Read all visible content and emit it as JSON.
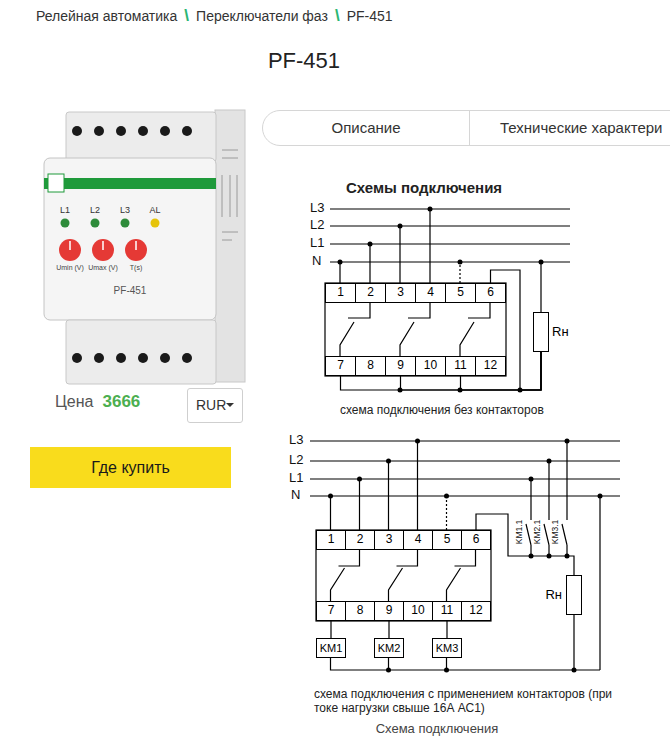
{
  "diagram": {
    "title": "PF-451",
    "caption": "Схема подключения",
    "nodes": [
      {
        "text": [
          "Описание"
        ]
      },
      {
        "text": [
          "Технические характери"
        ]
      },
      {
        "text": [
          "RUR"
        ]
      },
      {
        "text": [
          "Где купить"
        ]
      },
      {
        "text": [
          "1"
        ]
      },
      {
        "text": [
          "2"
        ]
      },
      {
        "text": [
          "3"
        ]
      },
      {
        "text": [
          "4"
        ]
      },
      {
        "text": [
          "5"
        ]
      },
      {
        "text": [
          "6"
        ]
      },
      {
        "text": [
          "7"
        ]
      },
      {
        "text": [
          "8"
        ]
      },
      {
        "text": [
          "9"
        ]
      },
      {
        "text": [
          "10"
        ]
      },
      {
        "text": [
          "11"
        ]
      },
      {
        "text": [
          "12"
        ]
      },
      {
        "text": [
          "Rн"
        ]
      },
      {
        "text": [
          "1"
        ]
      },
      {
        "text": [
          "2"
        ]
      },
      {
        "text": [
          "3"
        ]
      },
      {
        "text": [
          "4"
        ]
      },
      {
        "text": [
          "5"
        ]
      },
      {
        "text": [
          "6"
        ]
      },
      {
        "text": [
          "7"
        ]
      },
      {
        "text": [
          "8"
        ]
      },
      {
        "text": [
          "9"
        ]
      },
      {
        "text": [
          "10"
        ]
      },
      {
        "text": [
          "11"
        ]
      },
      {
        "text": [
          "12"
        ]
      },
      {
        "text": [
          "KM1"
        ]
      },
      {
        "text": [
          "KM2"
        ]
      },
      {
        "text": [
          "KM3"
        ]
      },
      {
        "text": [
          "Rн"
        ]
      }
    ],
    "edges": [
      {
        "from": 10,
        "to": 16,
        "arrow": "none"
      },
      {
        "from": 12,
        "to": 16,
        "arrow": "none"
      },
      {
        "from": 14,
        "to": 16,
        "arrow": "none"
      },
      {
        "from": 9,
        "to": 16,
        "arrow": "none"
      },
      {
        "from": 23,
        "to": 29,
        "arrow": "none"
      },
      {
        "from": 25,
        "to": 30,
        "arrow": "none"
      },
      {
        "from": 27,
        "to": 31,
        "arrow": "none"
      },
      {
        "from": 22,
        "to": 32,
        "arrow": "none"
      }
    ],
    "labels": [
      "Релейная автоматика",
      "\\",
      "Переключатели фаз",
      "\\",
      "PF-451",
      "L1",
      "L2",
      "L3",
      "AL",
      "Umin (V)",
      "Umax (V)",
      "T(s)",
      "PF-451",
      "Цена",
      "3666",
      "Схемы подключения",
      "L3",
      "L2",
      "L1",
      "N",
      "схема подключения без контакторов",
      "L3",
      "L2",
      "L1",
      "N",
      "KM1.1",
      "KM2.1",
      "KM3.1",
      "схема подключения с применением контакторов (при токе нагрузки свыше 16А АС1)"
    ]
  }
}
